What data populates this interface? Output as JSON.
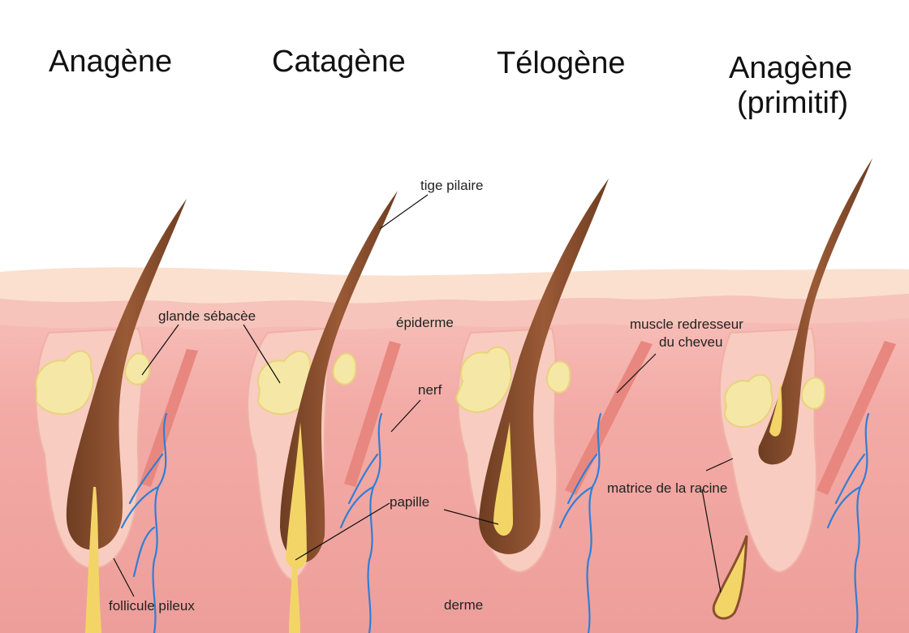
{
  "titles": {
    "stage1": "Anagène",
    "stage2": "Catagène",
    "stage3": "Télogène",
    "stage4_line1": "Anagène",
    "stage4_line2": "(primitif)"
  },
  "labels": {
    "glande": "glande sébacèe",
    "tige": "tige pilaire",
    "epiderme": "épiderme",
    "muscle_line1": "muscle redresseur",
    "muscle_line2": "du cheveu",
    "nerf": "nerf",
    "papille": "papille",
    "matrice": "matrice de la racine",
    "follicule": "follicule pileux",
    "derme": "derme"
  },
  "colors": {
    "dermis": "#f2a3a0",
    "dermis_light": "#f7c0bb",
    "epidermis": "#fbdccc",
    "follicle": "#fde2d2",
    "hair": "#8a4f2f",
    "hair_dark": "#6b3a20",
    "sebum": "#f5e6a0",
    "papilla": "#f3d567",
    "nerve": "#2f7fd6",
    "muscle": "#e7847e"
  }
}
